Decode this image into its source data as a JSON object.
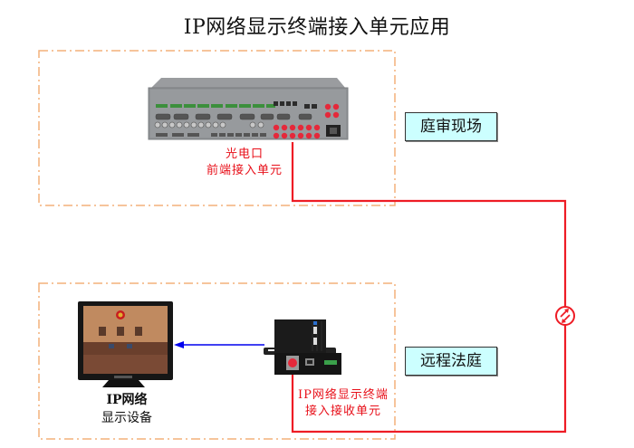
{
  "title": "IP网络显示终端接入单元应用",
  "zones": {
    "court": {
      "label": "庭审现场"
    },
    "remote": {
      "label": "远程法庭"
    }
  },
  "devices": {
    "transmitter": {
      "label_line1": "光电口",
      "label_line2": "前端接入单元",
      "icon": "rack-chassis-icon"
    },
    "receiver": {
      "label_line1": "IP网络显示终端",
      "label_line2": "接入接收单元",
      "icon": "mini-box-receiver-icon"
    },
    "display": {
      "label_line1": "IP网络",
      "label_line2": "显示设备",
      "icon": "monitor-icon"
    }
  },
  "links": {
    "fiber": {
      "color": "#ee1c25",
      "symbol": "fiber-link-icon"
    },
    "video": {
      "color": "#0000ee",
      "direction": "receiver-to-display"
    }
  },
  "colors": {
    "zone_border": "#f4b07a",
    "label_fill": "#ccffff"
  }
}
